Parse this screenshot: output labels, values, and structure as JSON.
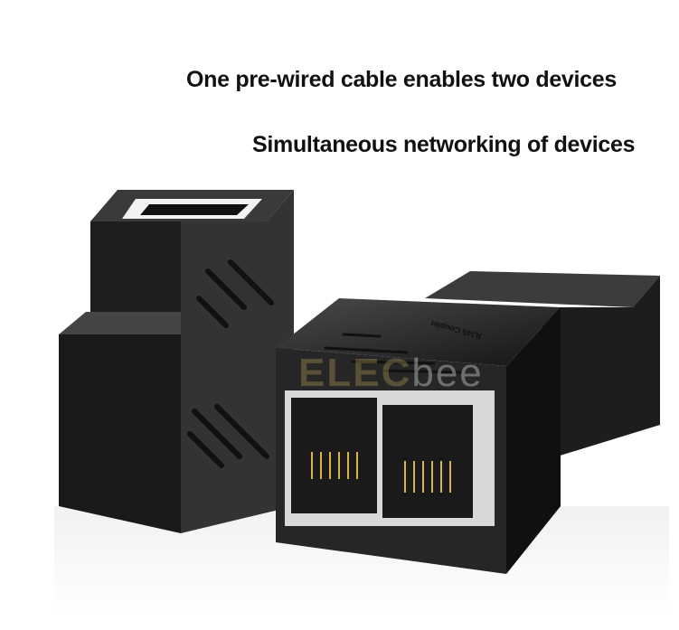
{
  "captions": {
    "line1": "One pre-wired cable enables two devices",
    "line2": "Simultaneous networking of devices"
  },
  "product": {
    "label": "RJ45 Coupler",
    "watermark_bold": "ELEC",
    "watermark_light": "bee"
  }
}
